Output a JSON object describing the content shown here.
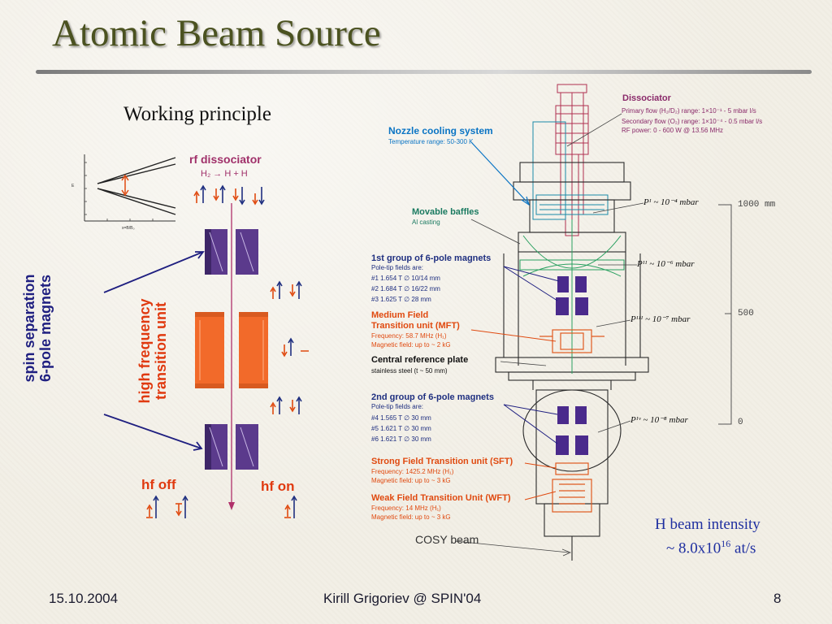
{
  "slide": {
    "title": "Atomic Beam Source",
    "subtitle": "Working principle"
  },
  "left_panel": {
    "rf_dissociator": "rf dissociator",
    "reaction": "H₂ → H + H",
    "rotated_spin": "spin separation\n6-pole magnets",
    "rotated_hf": "high frequency\ntransition unit",
    "spin_line1": "spin separation",
    "spin_line2": "6-pole magnets",
    "hf_line1": "high frequency",
    "hf_line2": "transition unit",
    "hf_off": "hf off",
    "hf_on": "hf on"
  },
  "annotations": {
    "dissociator": {
      "title": "Dissociator",
      "line1": "Primary flow (H₂/D₂) range: 1×10⁻¹ - 5 mbar l/s",
      "line2": "Secondary flow (O₂) range: 1×10⁻⁴ - 0.5 mbar l/s",
      "line3": "RF power: 0 - 600 W @ 13.56 MHz"
    },
    "nozzle": {
      "title": "Nozzle cooling system",
      "line1": "Temperature range: 50-300 K"
    },
    "baffles": {
      "title": "Movable baffles",
      "line1": "Al casting"
    },
    "group1": {
      "title": "1st group of 6-pole magnets",
      "line1": "Pole-tip fields are:",
      "line2": "#1   1.654 T   ∅ 10/14 mm",
      "line3": "#2   1.684 T   ∅ 16/22 mm",
      "line4": "#3   1.625 T   ∅ 28 mm"
    },
    "mft": {
      "title1": "Medium Field",
      "title2": "Transition unit (MFT)",
      "line1": "Frequency: 58.7 MHz (H₁)",
      "line2": "Magnetic field: up to ~ 2 kG"
    },
    "ref_plate": {
      "title": "Central reference plate",
      "line1": "stainless steel (t ~ 50 mm)"
    },
    "group2": {
      "title": "2nd group of 6-pole magnets",
      "line1": "Pole-tip fields are:",
      "line2": "#4   1.565 T   ∅ 30 mm",
      "line3": "#5   1.621 T   ∅ 30 mm",
      "line4": "#6   1.621 T   ∅ 30 mm"
    },
    "sft": {
      "title": "Strong Field Transition unit (SFT)",
      "line1": "Frequency: 1425.2  MHz (H₁)",
      "line2": "Magnetic field: up to ~ 3 kG"
    },
    "wft": {
      "title": "Weak Field Transition Unit (WFT)",
      "line1": "Frequency: 14  MHz (H₁)",
      "line2": "Magnetic field: up to ~ 3 kG"
    },
    "cosy": "COSY beam"
  },
  "pressures": {
    "p1": "Pᴵ ~ 10⁻⁴ mbar",
    "p2": "Pᴵᴵ ~ 10⁻⁶ mbar",
    "p3": "Pᴵᴵᴵ ~ 10⁻⁷ mbar",
    "p4": "Pᴵᵛ ~ 10⁻⁸ mbar"
  },
  "scale": {
    "top": "1000  mm",
    "mid": "500",
    "bottom": "0"
  },
  "intensity": {
    "line1": "H beam  intensity",
    "line2_prefix": "~ 8.0x10",
    "line2_exp": "16",
    "line2_suffix": " at/s"
  },
  "footer": {
    "date": "15.10.2004",
    "author": "Kirill Grigoriev @ SPIN'04",
    "page": "8"
  },
  "colors": {
    "title": "#4b5220",
    "navy": "#1f2f80",
    "purple_magnet": "#5b3a8c",
    "orange_unit": "#f26a2a",
    "red_arrow": "#e03010"
  }
}
